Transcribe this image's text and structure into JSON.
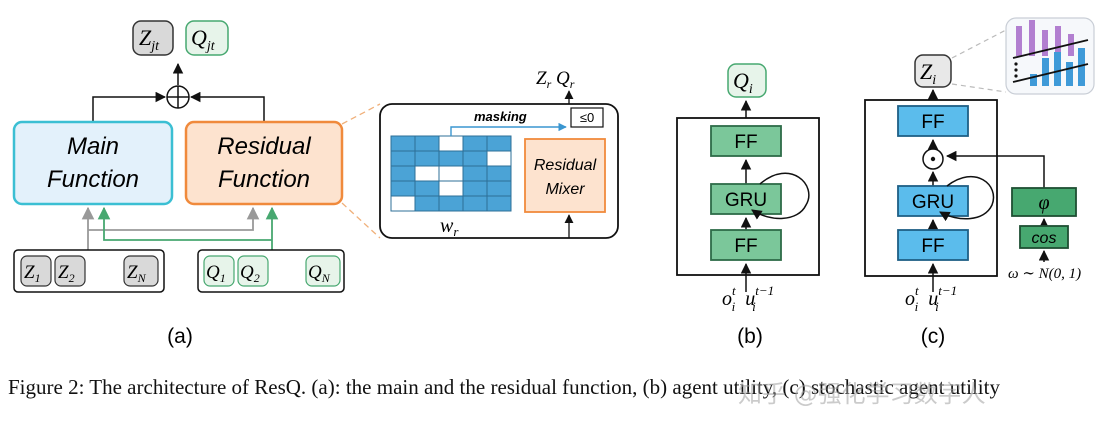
{
  "panel_a": {
    "out_z": "Z",
    "out_z_sub": "jt",
    "out_q": "Q",
    "out_q_sub": "jt",
    "main_line1": "Main",
    "main_line2": "Function",
    "res_line1": "Residual",
    "res_line2": "Function",
    "z1": "Z",
    "z1_sub": "1",
    "z2": "Z",
    "z2_sub": "2",
    "zn": "Z",
    "zn_sub": "N",
    "q1": "Q",
    "q1_sub": "1",
    "q2": "Q",
    "q2_sub": "2",
    "qn": "Q",
    "qn_sub": "N",
    "label": "(a)"
  },
  "zoom": {
    "out": "Z",
    "out_sub": "r",
    "out2": "Q",
    "out2_sub": "r",
    "masking": "masking",
    "leq": "≤0",
    "mixer_line1": "Residual",
    "mixer_line2": "Mixer",
    "w": "w",
    "w_sub": "r"
  },
  "panel_b": {
    "out": "Q",
    "out_sub": "i",
    "ff_top": "FF",
    "gru": "GRU",
    "ff_bottom": "FF",
    "in_o": "o",
    "in_o_sup": "t",
    "in_o_sub": "i",
    "in_u": "u",
    "in_u_sup": "t−1",
    "in_u_sub": "i",
    "label": "(b)"
  },
  "panel_c": {
    "out": "Z",
    "out_sub": "i",
    "ff_top": "FF",
    "gru": "GRU",
    "ff_bottom": "FF",
    "phi": "φ",
    "cos": "cos",
    "omega": "ω  ∼ N(0, 1)",
    "in_o": "o",
    "in_o_sup": "t",
    "in_o_sub": "i",
    "in_u": "u",
    "in_u_sup": "t−1",
    "in_u_sub": "i",
    "label": "(c)"
  },
  "caption": {
    "text": "Figure 2: The architecture of ResQ. (a): the main and the residual function, (b) agent utility, (c) stochastic agent utility"
  },
  "watermark": "知乎 @强化学习数字人",
  "colors": {
    "main_border": "#3bbfd3",
    "main_fill": "#e3f1fb",
    "res_border": "#f08a3c",
    "res_fill": "#fde3cf",
    "green": "#47a870",
    "green_fill": "#7bc79a",
    "blue_cell": "#4ba3d6",
    "ff_blue": "#5bbcec",
    "gray_box": "#d9d9d9",
    "arrow_gray": "#999999",
    "bar_purple": "#b27fd0",
    "bar_blue": "#3f9ad8"
  }
}
